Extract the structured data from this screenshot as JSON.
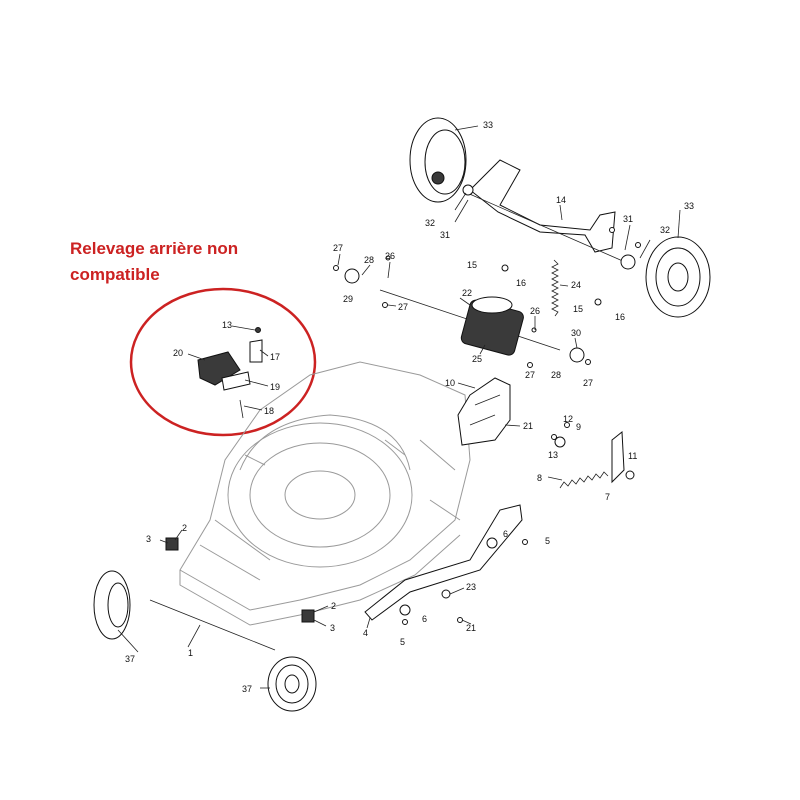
{
  "note": {
    "text_line1": "Relevage arrière non",
    "text_line2": "compatible",
    "color": "#cc2222"
  },
  "callouts": [
    "33",
    "32",
    "31",
    "14",
    "31",
    "32",
    "33",
    "27",
    "28",
    "29",
    "26",
    "27",
    "15",
    "16",
    "22",
    "26",
    "24",
    "15",
    "16",
    "25",
    "30",
    "27",
    "28",
    "27",
    "13",
    "17",
    "20",
    "19",
    "18",
    "10",
    "21",
    "12",
    "13",
    "9",
    "11",
    "8",
    "7",
    "3",
    "2",
    "6",
    "5",
    "23",
    "2",
    "3",
    "6",
    "21",
    "4",
    "5",
    "1",
    "37",
    "37"
  ]
}
